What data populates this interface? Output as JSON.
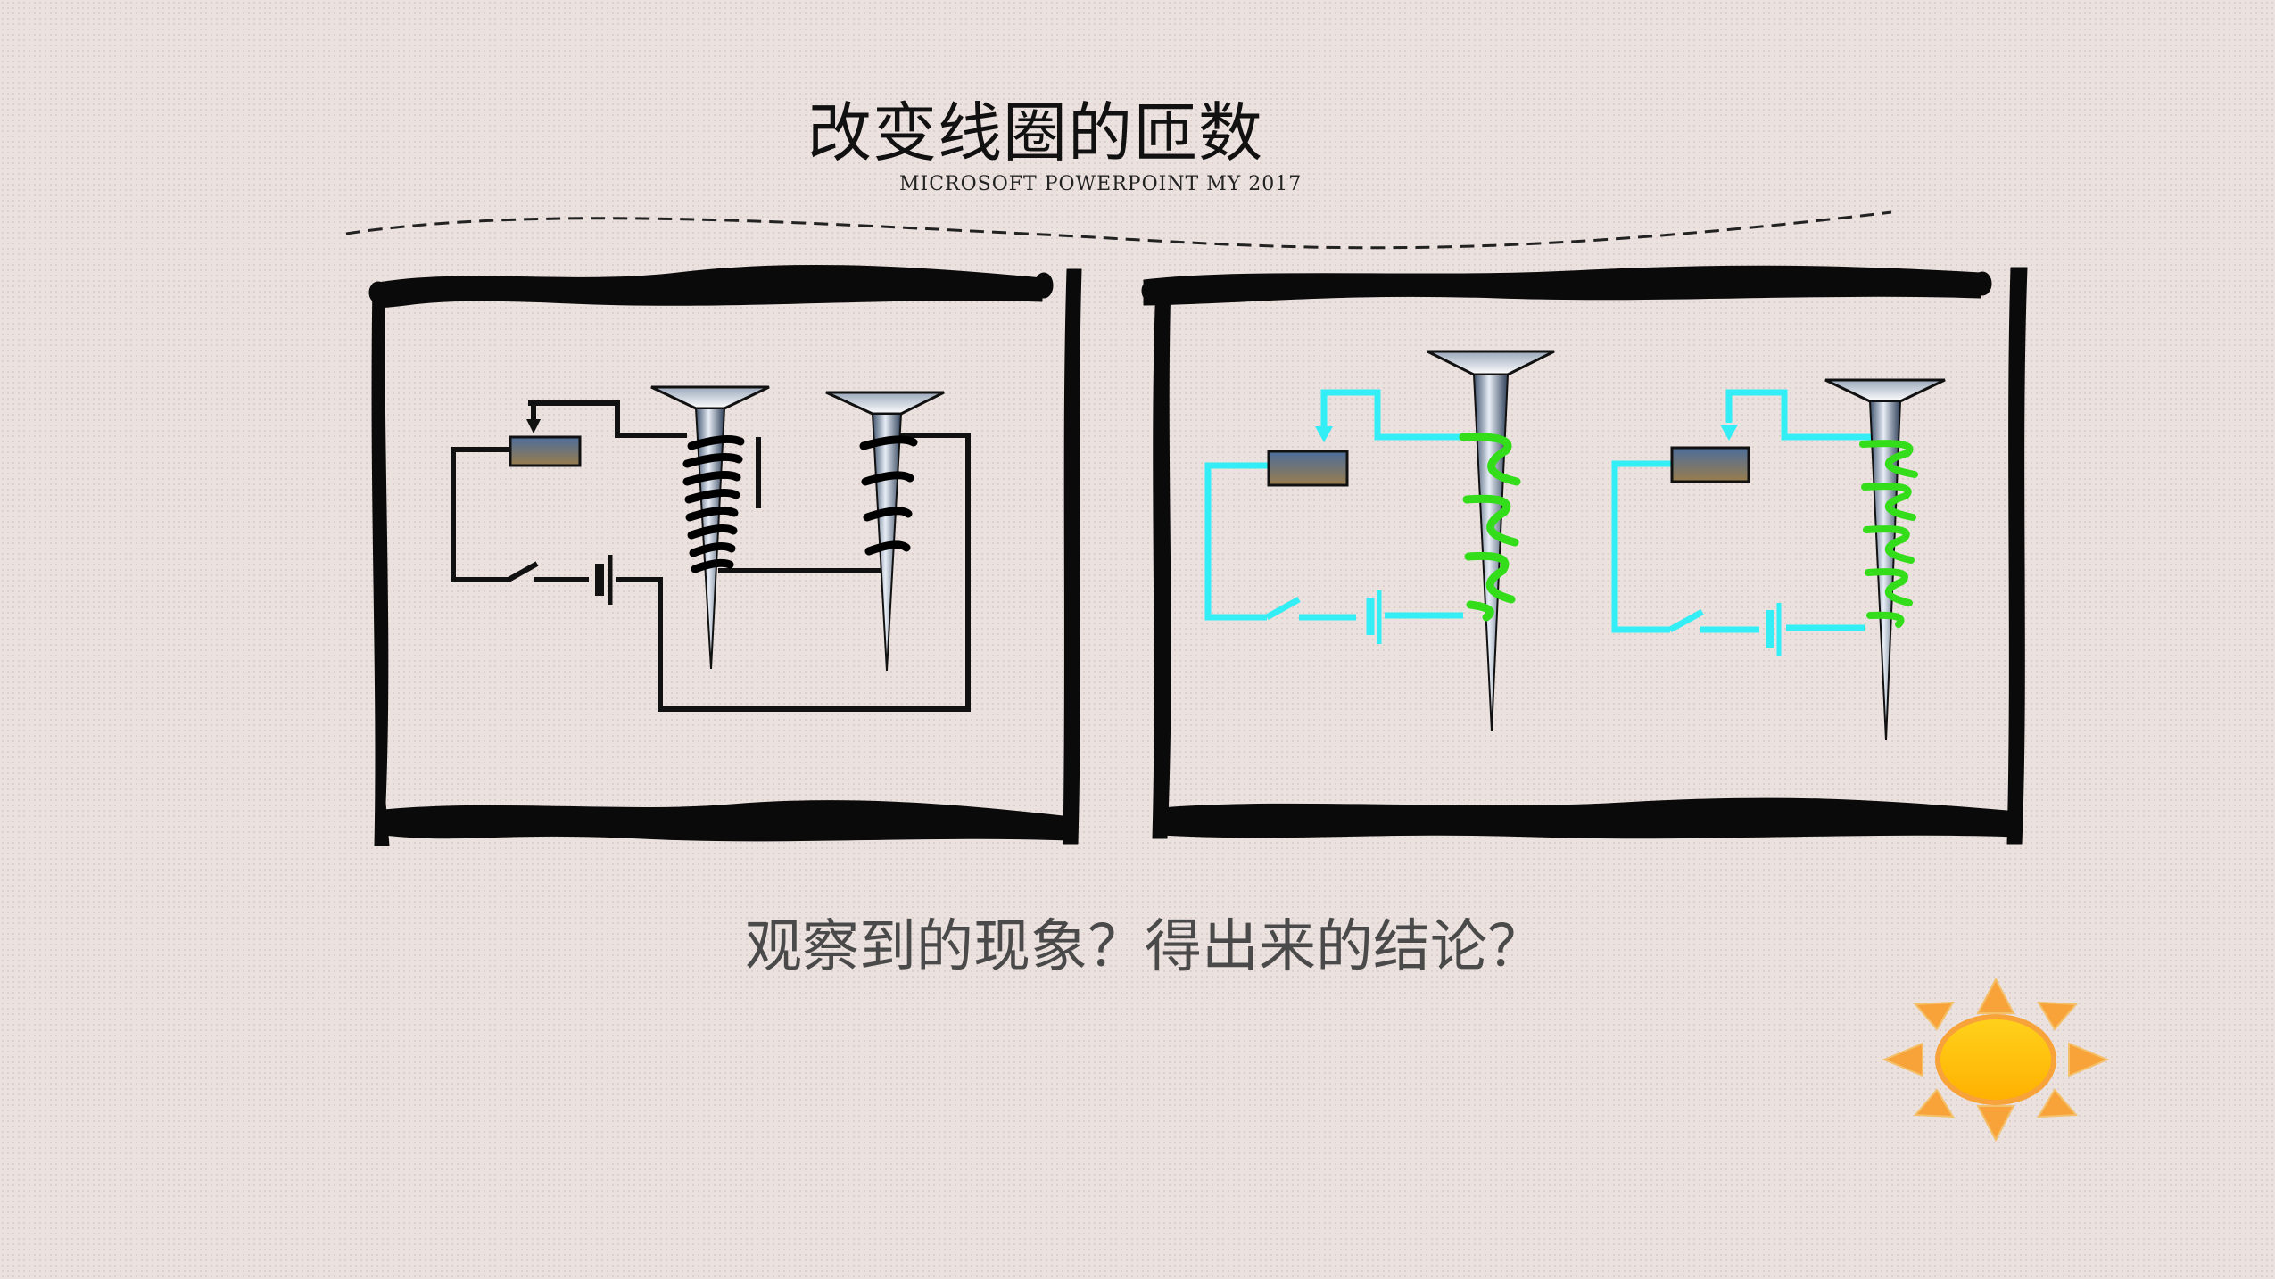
{
  "slide": {
    "title": "改变线圈的匝数",
    "subtitle": "MICROSOFT POWERPOINT MY 2017",
    "question": "观察到的现象？得出来的结论？"
  },
  "colors": {
    "background": "#ebe1de",
    "frame": "#0a0a0a",
    "wire_left": "#111111",
    "wire_right": "#33eef5",
    "coil_right": "#33dd1a",
    "sun": "#ffc20e",
    "sun_rays": "#f7a33a"
  },
  "icons": [
    "sun-icon",
    "nail-icon",
    "battery-icon",
    "switch-icon",
    "rheostat-icon"
  ]
}
